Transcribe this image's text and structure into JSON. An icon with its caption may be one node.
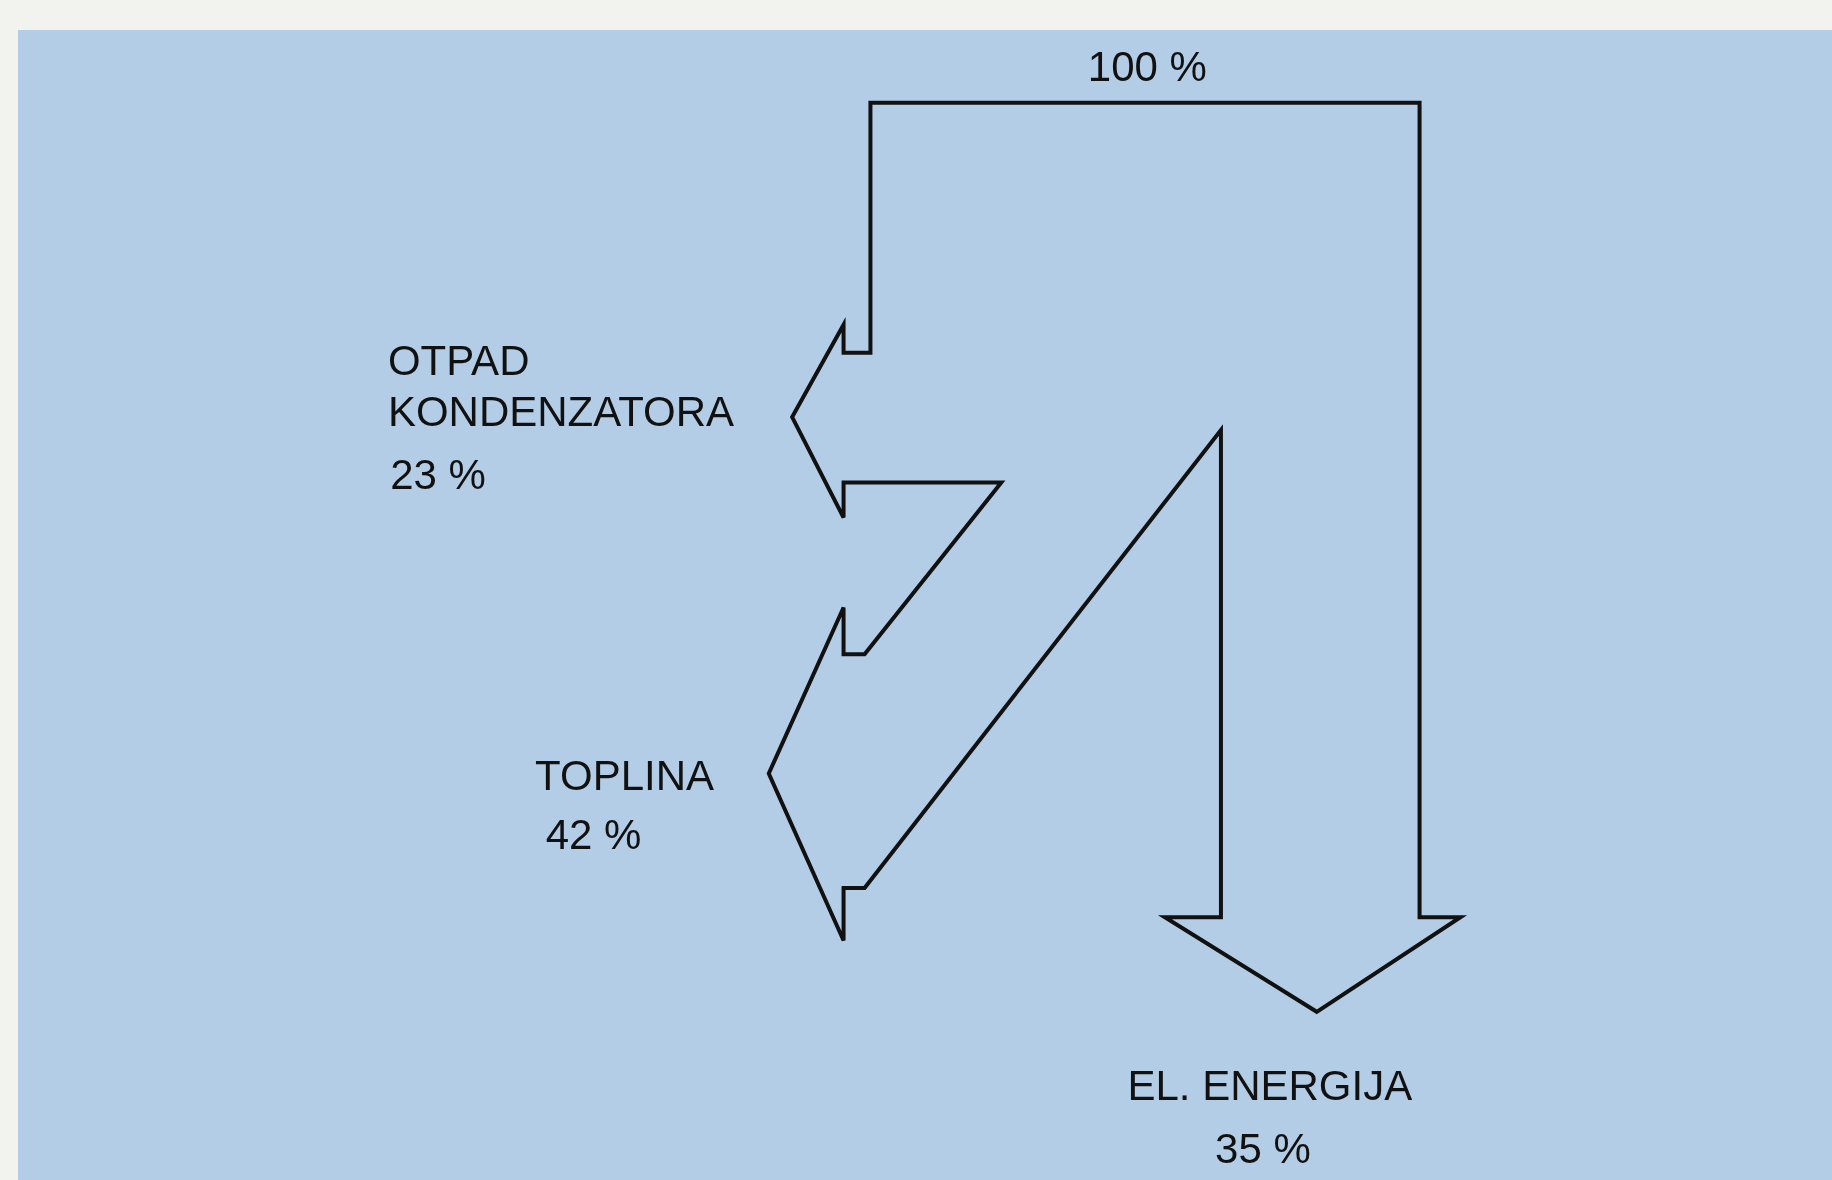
{
  "diagram": {
    "labels": [
      "100 %",
      "OTPAD KONDENZATORA",
      "23 %",
      "TOPLINA",
      "42 %",
      "EL. ENERGIJA",
      "35 %"
    ]
  }
}
